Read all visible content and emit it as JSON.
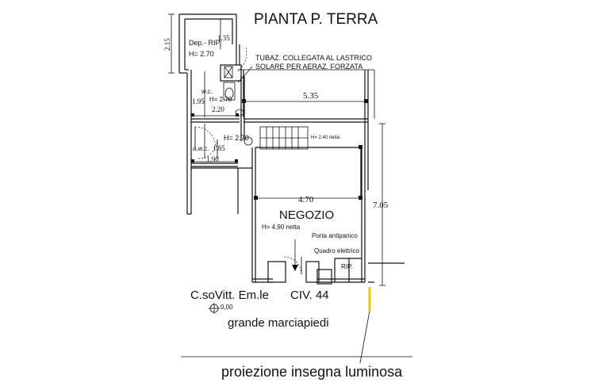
{
  "title": "PIANTA P. TERRA",
  "rooms": {
    "deposito": {
      "label": "Dep.- RIP.",
      "height": "H= 2.70"
    },
    "wc": {
      "label": "w.c.",
      "height": "H= 2.70"
    },
    "awc": {
      "label": "a.w.c.",
      "height": "H= 2.70"
    },
    "negozio": {
      "label": "NEGOZIO",
      "height": "H= 4,90 netta"
    },
    "stair_height": "H= 2.40 netta",
    "rip": "RIP."
  },
  "dimensions": {
    "d215": "2.15",
    "d135": "1.35",
    "d195": "1.95",
    "d220": "2.20",
    "d185": "1.85",
    "d190": "1.90",
    "d535": "5.35",
    "d470": "4.70",
    "d705": "7.05"
  },
  "notes": {
    "tubaz_line1": "TUBAZ. COLLEGATA AL LASTRICO",
    "tubaz_line2": "SOLARE PER AERAZ. FORZATA",
    "porta": "Porta antipanico",
    "quadro": "Quadro elettrico"
  },
  "street": {
    "name": "C.soVitt. Em.le",
    "civ": "CIV. 44",
    "elevation": "0,00",
    "sidewalk": "grande marciapiedi",
    "sign": "proiezione  insegna luminosa"
  },
  "colors": {
    "line": "#111111",
    "sign_marker": "#e3d000"
  }
}
